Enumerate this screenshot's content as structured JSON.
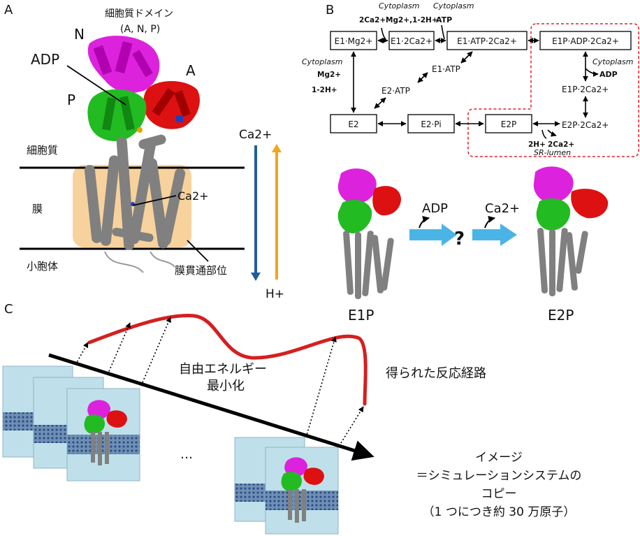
{
  "panels": {
    "a": "A",
    "b": "B",
    "c": "C"
  },
  "panel_a": {
    "cyto_domain_title": "細胞質ドメイン",
    "cyto_domain_sub": "(A, N, P)",
    "label_n": "N",
    "label_adp": "ADP",
    "label_a": "A",
    "label_p": "P",
    "label_ca_site": "Ca2+",
    "region_cytoplasm": "細胞質",
    "region_membrane": "膜",
    "region_sr": "小胞体",
    "tm_label": "膜貫通部位",
    "flow_ca": "Ca2+",
    "flow_h": "H+",
    "colors": {
      "N": "#dd22dd",
      "A": "#dd1111",
      "P": "#22bb22",
      "tm": "#808080",
      "membrane": "#f8d29c",
      "ca_arrow": "#1f5f9a",
      "h_arrow": "#f2a51a"
    }
  },
  "panel_b": {
    "states": {
      "e1_mg": "E1·Mg2+",
      "e1_2ca": "E1·2Ca2+",
      "e1_atp_2ca": "E1·ATP·2Ca2+",
      "e1p_adp_2ca": "E1P·ADP·2Ca2+",
      "e1_atp": "E1·ATP",
      "e2_atp": "E2·ATP",
      "e1p_2ca": "E1P·2Ca2+",
      "e2": "E2",
      "e2_pi": "E2·Pi",
      "e2p": "E2P",
      "e2p_2ca": "E2P·2Ca2+"
    },
    "annotations": {
      "cyto1": "Cytoplasm",
      "cyto2": "Cytoplasm",
      "cyto_left": "Cytoplasm",
      "cyto_right": "Cytoplasm",
      "in_2ca": "2Ca2+",
      "in_mg_h": "Mg2+,1-2H+",
      "atp": "ATP",
      "left_mg": "Mg2+",
      "left_h": "1-2H+",
      "adp_out": "ADP",
      "h_in": "2H+",
      "ca_out": "2Ca2+",
      "sr_lumen": "SR-lumen"
    },
    "transition": {
      "adp": "ADP",
      "ca": "Ca2+",
      "q": "?",
      "e1p": "E1P",
      "e2p": "E2P"
    },
    "colors": {
      "highlight_box": "#e0202a",
      "arrow": "#4bb4e6"
    }
  },
  "panel_c": {
    "free_energy_line1": "自由エネルギー",
    "free_energy_line2": "最小化",
    "pathway": "得られた反応経路",
    "ellipsis": "…",
    "image_note_1": "イメージ",
    "image_note_2": "＝シミュレーションシステムの",
    "image_note_3": "コピー",
    "image_note_4": "（1 つにつき約 30 万原子）",
    "colors": {
      "path": "#d42020",
      "water": "#bfe0ea"
    }
  }
}
